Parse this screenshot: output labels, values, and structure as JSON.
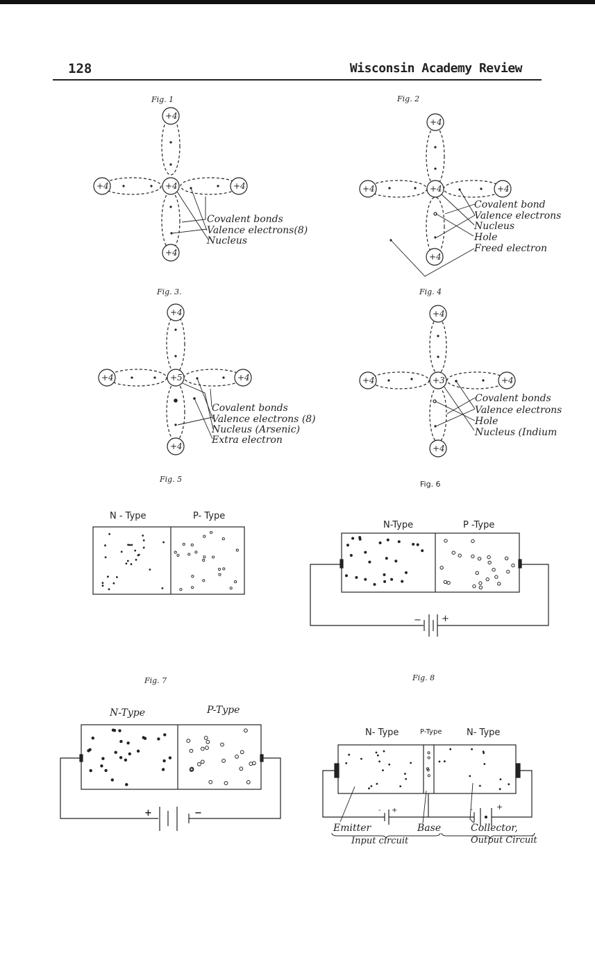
{
  "header": {
    "page_number": "128",
    "journal_title": "Wisconsin Academy Review"
  },
  "figures": [
    {
      "label": "Fig. 1",
      "center_charge": "+4",
      "neighbor_charge": "+4",
      "callouts": [
        "Covalent bonds",
        "Valence electrons(8)",
        "Nucleus"
      ]
    },
    {
      "label": "Fig. 2",
      "center_charge": "+4",
      "neighbor_charge": "+4",
      "callouts": [
        "Covalent bond",
        "Valence electrons",
        "Nucleus",
        "Hole",
        "Freed electron"
      ]
    },
    {
      "label": "Fig. 3.",
      "center_charge": "+5",
      "neighbor_charge": "+4",
      "callouts": [
        "Covalent bonds",
        "Valence electrons (8)",
        "Nucleus (Arsenic)",
        "Extra electron"
      ]
    },
    {
      "label": "Fig. 4",
      "center_charge": "+3",
      "neighbor_charge": "+4",
      "callouts": [
        "Covalent bonds",
        "Valence electrons",
        "Hole",
        "Nucleus (Indium"
      ]
    },
    {
      "label": "Fig. 5",
      "left_label": "N - Type",
      "right_label": "P- Type"
    },
    {
      "label": "Fig. 6",
      "left_label": "N-Type",
      "right_label": "P -Type",
      "battery_minus": "−",
      "battery_plus": "+"
    },
    {
      "label": "Fig. 7",
      "left_label": "N-Type",
      "right_label": "P-Type",
      "battery_plus": "+",
      "battery_minus": "−"
    },
    {
      "label": "Fig. 8",
      "left_label": "N- Type",
      "middle_label": "P-Type",
      "right_label": "N- Type",
      "emitter": "Emitter",
      "base": "Base",
      "collector": "Collector,",
      "input_circuit": "Input circuit",
      "output_circuit": "Output Circuit",
      "input_minus": "-",
      "input_plus": "+",
      "output_minus": "-",
      "output_plus": "+"
    }
  ]
}
